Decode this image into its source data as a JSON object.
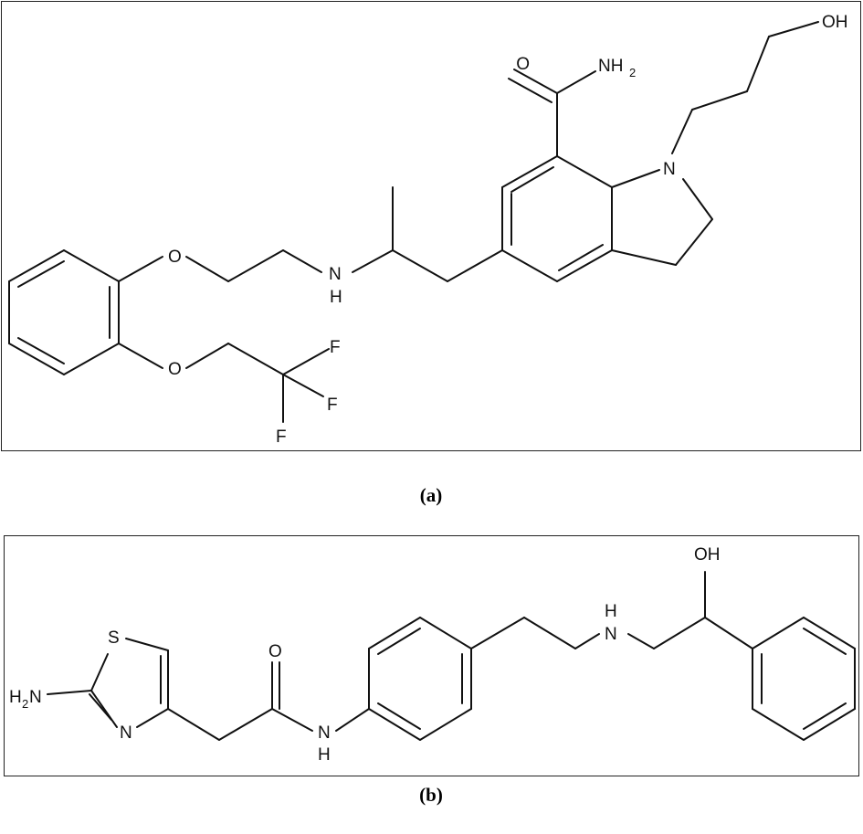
{
  "figure_a": {
    "caption": "(a)",
    "atoms": {
      "carbonyl_o": "O",
      "amide_nh": "NH",
      "amide_sub": "2",
      "hydroxyl": "OH",
      "ring_n": "N",
      "ether_o1": "O",
      "ether_o2": "O",
      "amine_n": "N",
      "amine_h": "H",
      "fluorine_1": "F",
      "fluorine_2": "F",
      "fluorine_3": "F"
    }
  },
  "figure_b": {
    "caption": "(b)",
    "atoms": {
      "thiazole_s": "S",
      "thiazole_n": "N",
      "amino_h": "H",
      "amino_sub": "2",
      "amino_n": "N",
      "carbonyl_o": "O",
      "amide_n": "N",
      "amide_h": "H",
      "amine_h": "H",
      "amine_n": "N",
      "hydroxyl": "OH"
    }
  }
}
